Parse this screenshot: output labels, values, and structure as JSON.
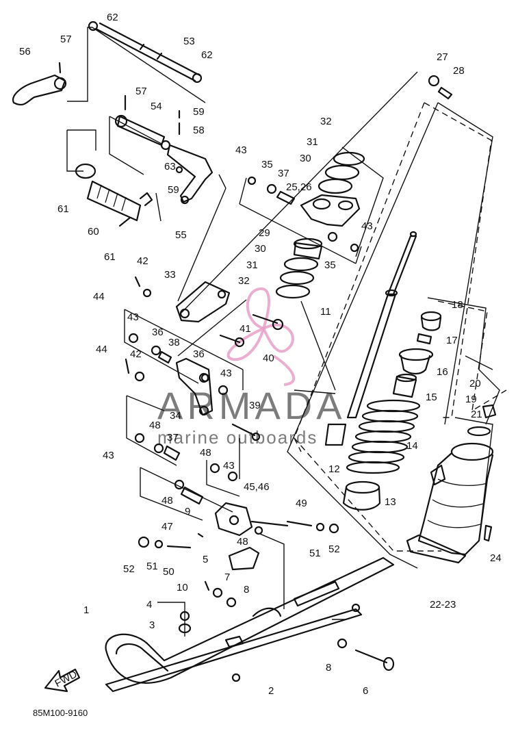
{
  "diagram": {
    "part_code": "85M100-9160",
    "front_badge": "FWD",
    "watermark": {
      "brand": "ARMADA",
      "tagline": "marine outboards",
      "logo_color": "#e8a0c8",
      "text_color": "#666666"
    },
    "callouts": [
      {
        "id": "c62a",
        "label": "62"
      },
      {
        "id": "c53",
        "label": "53"
      },
      {
        "id": "c62b",
        "label": "62"
      },
      {
        "id": "c57a",
        "label": "57"
      },
      {
        "id": "c56",
        "label": "56"
      },
      {
        "id": "c57b",
        "label": "57"
      },
      {
        "id": "c54",
        "label": "54"
      },
      {
        "id": "c59a",
        "label": "59"
      },
      {
        "id": "c58",
        "label": "58"
      },
      {
        "id": "c63",
        "label": "63"
      },
      {
        "id": "c59b",
        "label": "59"
      },
      {
        "id": "c61a",
        "label": "61"
      },
      {
        "id": "c60",
        "label": "60"
      },
      {
        "id": "c61b",
        "label": "61"
      },
      {
        "id": "c55",
        "label": "55"
      },
      {
        "id": "c27",
        "label": "27"
      },
      {
        "id": "c28",
        "label": "28"
      },
      {
        "id": "c32a",
        "label": "32"
      },
      {
        "id": "c31a",
        "label": "31"
      },
      {
        "id": "c30a",
        "label": "30"
      },
      {
        "id": "c43a",
        "label": "43"
      },
      {
        "id": "c35a",
        "label": "35"
      },
      {
        "id": "c37a",
        "label": "37"
      },
      {
        "id": "c2526",
        "label": "25,26"
      },
      {
        "id": "c43b",
        "label": "43"
      },
      {
        "id": "c35b",
        "label": "35"
      },
      {
        "id": "c29",
        "label": "29"
      },
      {
        "id": "c30b",
        "label": "30"
      },
      {
        "id": "c31b",
        "label": "31"
      },
      {
        "id": "c32b",
        "label": "32"
      },
      {
        "id": "c42a",
        "label": "42"
      },
      {
        "id": "c33",
        "label": "33"
      },
      {
        "id": "c44a",
        "label": "44"
      },
      {
        "id": "c11",
        "label": "11"
      },
      {
        "id": "c43c",
        "label": "43"
      },
      {
        "id": "c36a",
        "label": "36"
      },
      {
        "id": "c38",
        "label": "38"
      },
      {
        "id": "c41",
        "label": "41"
      },
      {
        "id": "c40",
        "label": "40"
      },
      {
        "id": "c18",
        "label": "18"
      },
      {
        "id": "c17",
        "label": "17"
      },
      {
        "id": "c16",
        "label": "16"
      },
      {
        "id": "c44b",
        "label": "44"
      },
      {
        "id": "c42b",
        "label": "42"
      },
      {
        "id": "c36b",
        "label": "36"
      },
      {
        "id": "c43d",
        "label": "43"
      },
      {
        "id": "c15",
        "label": "15"
      },
      {
        "id": "c20",
        "label": "20"
      },
      {
        "id": "c19",
        "label": "19"
      },
      {
        "id": "c34",
        "label": "34"
      },
      {
        "id": "c39",
        "label": "39"
      },
      {
        "id": "c21",
        "label": "21"
      },
      {
        "id": "c48a",
        "label": "48"
      },
      {
        "id": "c37b",
        "label": "37"
      },
      {
        "id": "c43e",
        "label": "43"
      },
      {
        "id": "c48b",
        "label": "48"
      },
      {
        "id": "c43f",
        "label": "43"
      },
      {
        "id": "c14",
        "label": "14"
      },
      {
        "id": "c12",
        "label": "12"
      },
      {
        "id": "c48c",
        "label": "48"
      },
      {
        "id": "c4546",
        "label": "45,46"
      },
      {
        "id": "c9",
        "label": "9"
      },
      {
        "id": "c13",
        "label": "13"
      },
      {
        "id": "c49",
        "label": "49"
      },
      {
        "id": "c47",
        "label": "47"
      },
      {
        "id": "c48d",
        "label": "48"
      },
      {
        "id": "c51a",
        "label": "51"
      },
      {
        "id": "c52a",
        "label": "52"
      },
      {
        "id": "c24",
        "label": "24"
      },
      {
        "id": "c5",
        "label": "5"
      },
      {
        "id": "c52b",
        "label": "52"
      },
      {
        "id": "c51b",
        "label": "51"
      },
      {
        "id": "c50",
        "label": "50"
      },
      {
        "id": "c7",
        "label": "7"
      },
      {
        "id": "c10",
        "label": "10"
      },
      {
        "id": "c8a",
        "label": "8"
      },
      {
        "id": "c2223",
        "label": "22-23"
      },
      {
        "id": "c1",
        "label": "1"
      },
      {
        "id": "c4",
        "label": "4"
      },
      {
        "id": "c3",
        "label": "3"
      },
      {
        "id": "c8b",
        "label": "8"
      },
      {
        "id": "c6",
        "label": "6"
      },
      {
        "id": "c2",
        "label": "2"
      }
    ]
  }
}
